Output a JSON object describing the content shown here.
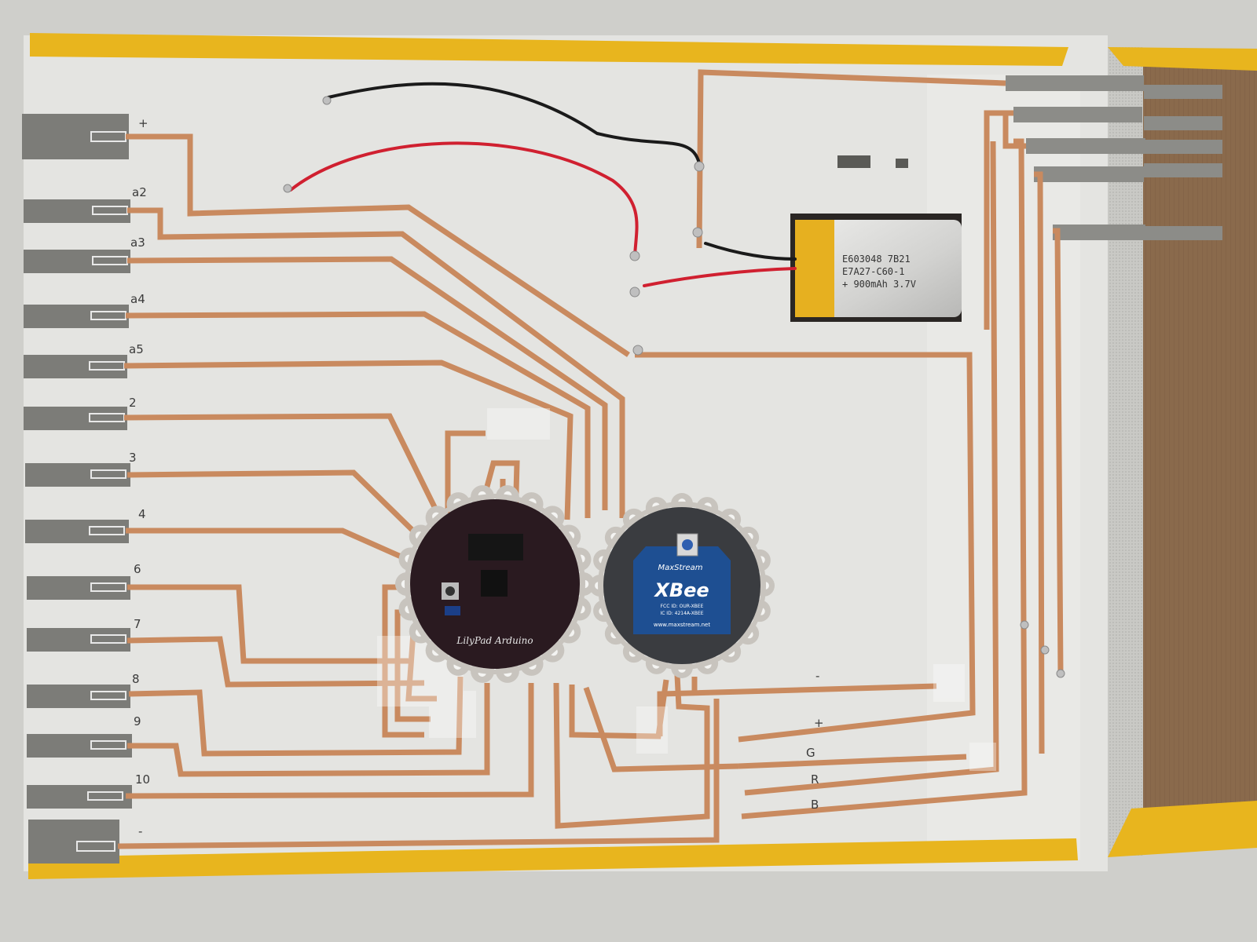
{
  "colors": {
    "copper": "#c98a5f",
    "copper_dark": "#a86a44",
    "board": "#e4e4e1",
    "tape_yellow": "#e8b51e",
    "conductive_pad": "#7c7c78",
    "cardboard": "#8a6a4c",
    "arduino_board": "#2a1a20",
    "xbee_blue": "#1e4f92",
    "battery_silver": "#d8d8d6",
    "wire_red": "#d02030",
    "wire_black": "#1a1a1a"
  },
  "pin_labels": [
    "+",
    "a2",
    "a3",
    "a4",
    "a5",
    "2",
    "3",
    "4",
    "6",
    "7",
    "8",
    "9",
    "10",
    "-"
  ],
  "bottom_labels": [
    "-",
    "+",
    "G",
    "R",
    "B"
  ],
  "battery": {
    "line1": "E603048 7B21",
    "line2": "E7A27-C60-1",
    "line3": "+ 900mAh 3.7V",
    "terminal_mark": "|"
  },
  "lilypad": {
    "label": "LilyPad Arduino"
  },
  "xbee": {
    "brand": "MaxStream",
    "name": "XBee",
    "fcc": "FCC ID: OUR-XBEE",
    "ic": "IC ID: 4214A-XBEE",
    "url": "www.maxstream.net"
  },
  "icons": [
    "battery-icon",
    "microcontroller-icon",
    "radio-module-icon",
    "wire-icon"
  ]
}
